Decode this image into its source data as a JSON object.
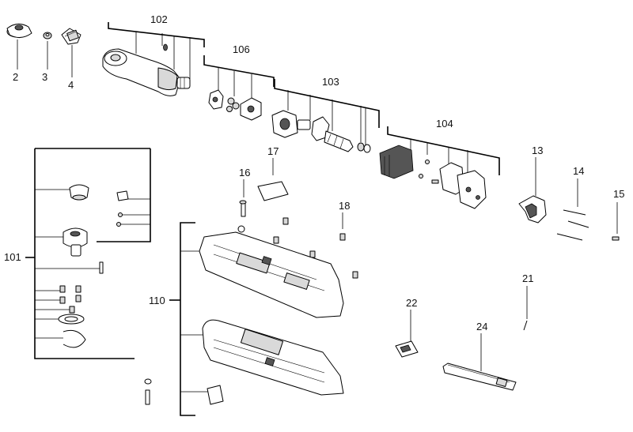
{
  "diagram": {
    "labels": {
      "l2": "2",
      "l3": "3",
      "l4": "4",
      "l102": "102",
      "l106": "106",
      "l103": "103",
      "l104": "104",
      "l13": "13",
      "l14": "14",
      "l15": "15",
      "l16": "16",
      "l17": "17",
      "l18": "18",
      "l101": "101",
      "l110": "110",
      "l21": "21",
      "l22": "22",
      "l24": "24"
    }
  }
}
